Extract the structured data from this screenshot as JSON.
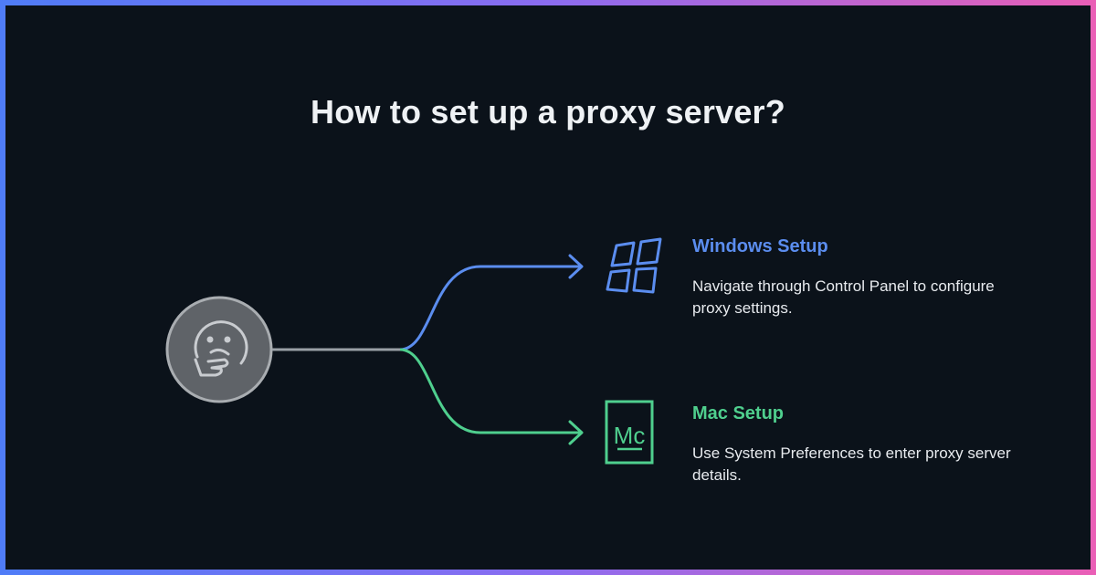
{
  "title": "How to set up a proxy server?",
  "colors": {
    "background": "#0b121a",
    "windows_accent": "#5b8def",
    "mac_accent": "#4fcf8e",
    "connector": "#9aa0a6",
    "hub": "#5f6368"
  },
  "center": {
    "icon": "thinking-face-icon"
  },
  "branches": [
    {
      "label": "Windows Setup",
      "description": "Navigate through Control Panel to configure proxy settings.",
      "icon": "windows-logo-icon"
    },
    {
      "label": "Mac Setup",
      "description": "Use System Preferences to enter proxy server details.",
      "icon": "mac-logo-icon",
      "icon_text": "Mc"
    }
  ]
}
